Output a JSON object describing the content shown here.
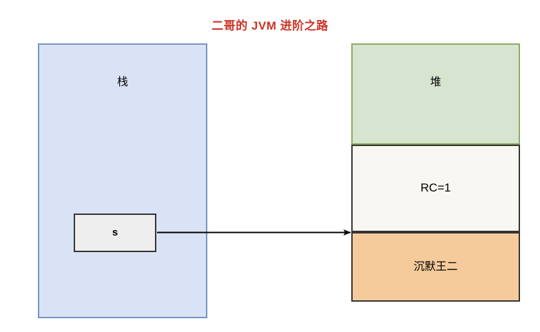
{
  "diagram": {
    "title": "二哥的 JVM 进阶之路",
    "title_color": "#cc3425",
    "background": "#ffffff",
    "stack": {
      "label": "栈",
      "fill": "#dae3f5",
      "stroke": "#7694c4",
      "variable": {
        "label": "s",
        "fill": "#eeeeee",
        "stroke": "#333333"
      }
    },
    "heap": {
      "label": "堆",
      "fill": "#d7e4d0",
      "stroke": "#8bab63",
      "sections": [
        {
          "label": "RC=1",
          "fill": "#f9f7f1",
          "stroke": "#333333"
        },
        {
          "label": "沉默王二",
          "fill": "#f5cb9c",
          "stroke": "#333333"
        }
      ]
    },
    "arrow": {
      "name": "reference-arrow",
      "color": "#000000",
      "from": "s",
      "to": "heap-object"
    }
  }
}
